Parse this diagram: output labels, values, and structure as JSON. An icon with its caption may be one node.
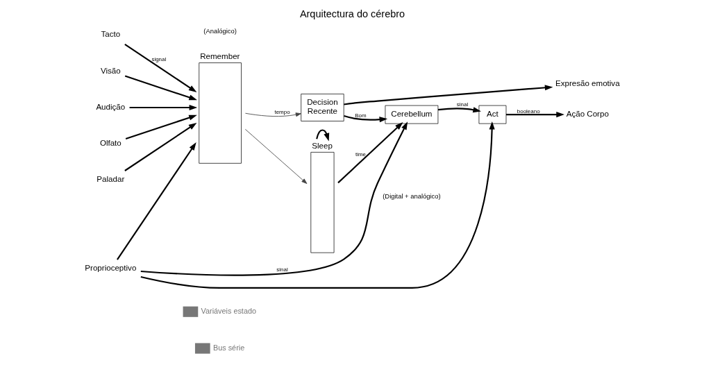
{
  "diagram": {
    "title": "Arquitectura do cérebro",
    "nodes": [
      {
        "text": [
          "Tacto"
        ]
      },
      {
        "text": [
          "Visão"
        ]
      },
      {
        "text": [
          "Audição"
        ]
      },
      {
        "text": [
          "Olfato"
        ]
      },
      {
        "text": [
          "Paladar"
        ]
      },
      {
        "text": [
          "Proprioceptivo"
        ]
      },
      {
        "text": [
          "Remember"
        ]
      },
      {
        "text": [
          "Decision",
          "Recente"
        ]
      },
      {
        "text": [
          "Sleep"
        ]
      },
      {
        "text": [
          "Cerebellum"
        ]
      },
      {
        "text": [
          "Act"
        ]
      },
      {
        "text": [
          "Expresão emotiva"
        ]
      },
      {
        "text": [
          "Ação Corpo"
        ]
      }
    ],
    "edges": [
      {
        "from": 0,
        "to": 6,
        "arrow": "to",
        "label": "signal"
      },
      {
        "from": 1,
        "to": 6,
        "arrow": "to"
      },
      {
        "from": 2,
        "to": 6,
        "arrow": "to"
      },
      {
        "from": 3,
        "to": 6,
        "arrow": "to"
      },
      {
        "from": 4,
        "to": 6,
        "arrow": "to"
      },
      {
        "from": 5,
        "to": 6,
        "arrow": "to"
      },
      {
        "from": 6,
        "to": 7,
        "arrow": "to",
        "label": "tempo",
        "color": "#444444"
      },
      {
        "from": 6,
        "to": 8,
        "arrow": "to",
        "color": "#444444"
      },
      {
        "from": 5,
        "to": 9,
        "arrow": "to",
        "label": "sinal"
      },
      {
        "from": 5,
        "to": 10,
        "arrow": "to"
      },
      {
        "from": 7,
        "to": 9,
        "arrow": "to",
        "label": "Bom"
      },
      {
        "from": 7,
        "to": 11,
        "arrow": "to"
      },
      {
        "from": 8,
        "to": 9,
        "arrow": "to",
        "label": "time"
      },
      {
        "from": 8,
        "to": 8,
        "arrow": "to"
      },
      {
        "from": 9,
        "to": 10,
        "arrow": "to",
        "label": "sinal"
      },
      {
        "from": 10,
        "to": 12,
        "arrow": "to",
        "label": "booleano"
      }
    ],
    "labels": [
      "(Analógico)",
      "(Digital + analógico)"
    ],
    "legend": [
      {
        "text": "Variáveis estado"
      },
      {
        "text": "Bus série"
      }
    ]
  }
}
